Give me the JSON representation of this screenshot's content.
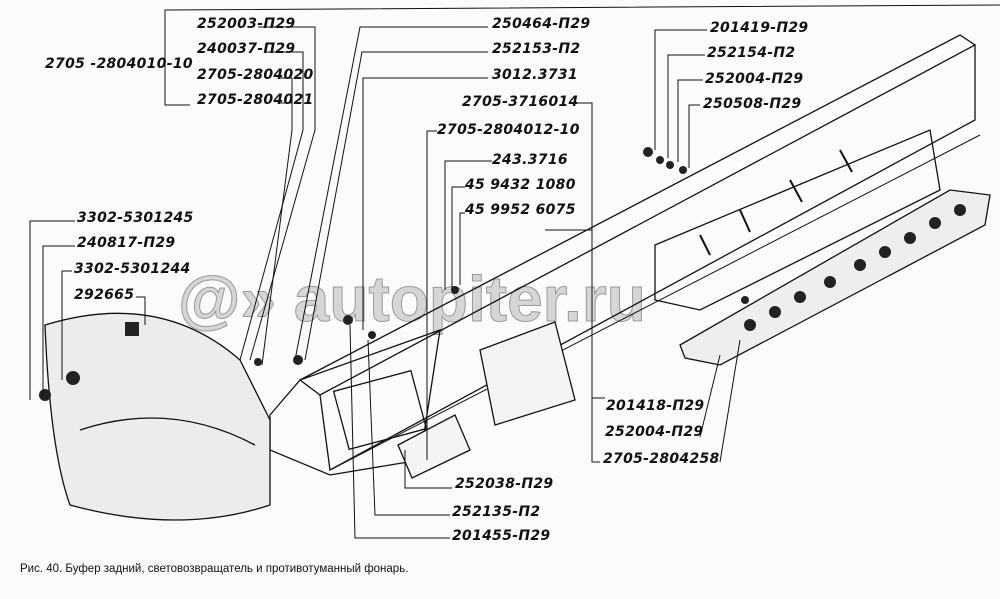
{
  "watermark": "@» autopiter.ru",
  "caption": "Рис. 40. Буфер задний, световозвращатель и противотуманный фонарь.",
  "labels": {
    "l01": "2705 -2804010-10",
    "l02": "252003-П29",
    "l03": "240037-П29",
    "l04": "2705-2804020",
    "l05": "2705-2804021",
    "l06": "250464-П29",
    "l07": "252153-П2",
    "l08": "3012.3731",
    "l09": "2705-3716014",
    "l10": "2705-2804012-10",
    "l11": "243.3716",
    "l12": "45 9432 1080",
    "l13": "45 9952 6075",
    "l14": "201419-П29",
    "l15": "252154-П2",
    "l16": "252004-П29",
    "l17": "250508-П29",
    "l18": "3302-5301245",
    "l19": "240817-П29",
    "l20": "3302-5301244",
    "l21": "292665",
    "l22": "201418-П29",
    "l23": "252004-П29",
    "l24": "2705-2804258",
    "l25": "252038-П29",
    "l26": "252135-П2",
    "l27": "201455-П29"
  }
}
